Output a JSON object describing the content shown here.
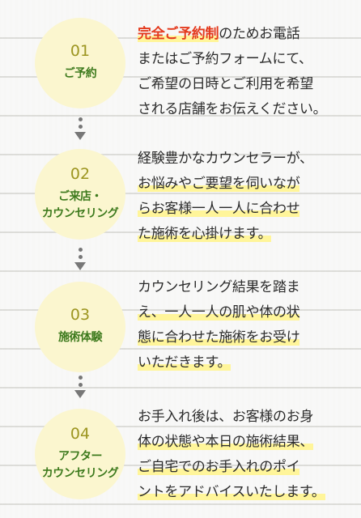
{
  "steps": [
    {
      "number": "01",
      "title_lines": [
        "ご予約"
      ],
      "desc_prefix_red": "完全ご予約制",
      "desc_lines": [
        "のためお電話",
        "またはご予約フォームにて、",
        "ご希望の日時とご利用を希望",
        "される店舗をお伝えください。"
      ]
    },
    {
      "number": "02",
      "title_lines": [
        "ご来店・",
        "カウンセリング"
      ],
      "desc_lines": [
        "経験豊かなカウンセラーが、",
        "お悩みやご要望を伺いなが",
        "らお客様一人一人に合わせ",
        "た施術を心掛けます。"
      ]
    },
    {
      "number": "03",
      "title_lines": [
        "施術体験"
      ],
      "desc_lines": [
        "カウンセリング結果を踏ま",
        "え、一人一人の肌や体の状",
        "態に合わせた施術をお受け",
        "いただきます。"
      ]
    },
    {
      "number": "04",
      "title_lines": [
        "アフター",
        "カウンセリング"
      ],
      "desc_lines": [
        "お手入れ後は、お客様のお身",
        "体の状態や本日の施術結果、",
        "ご自宅でのお手入れのポイ",
        "ントをアドバイスいたします。"
      ]
    }
  ]
}
